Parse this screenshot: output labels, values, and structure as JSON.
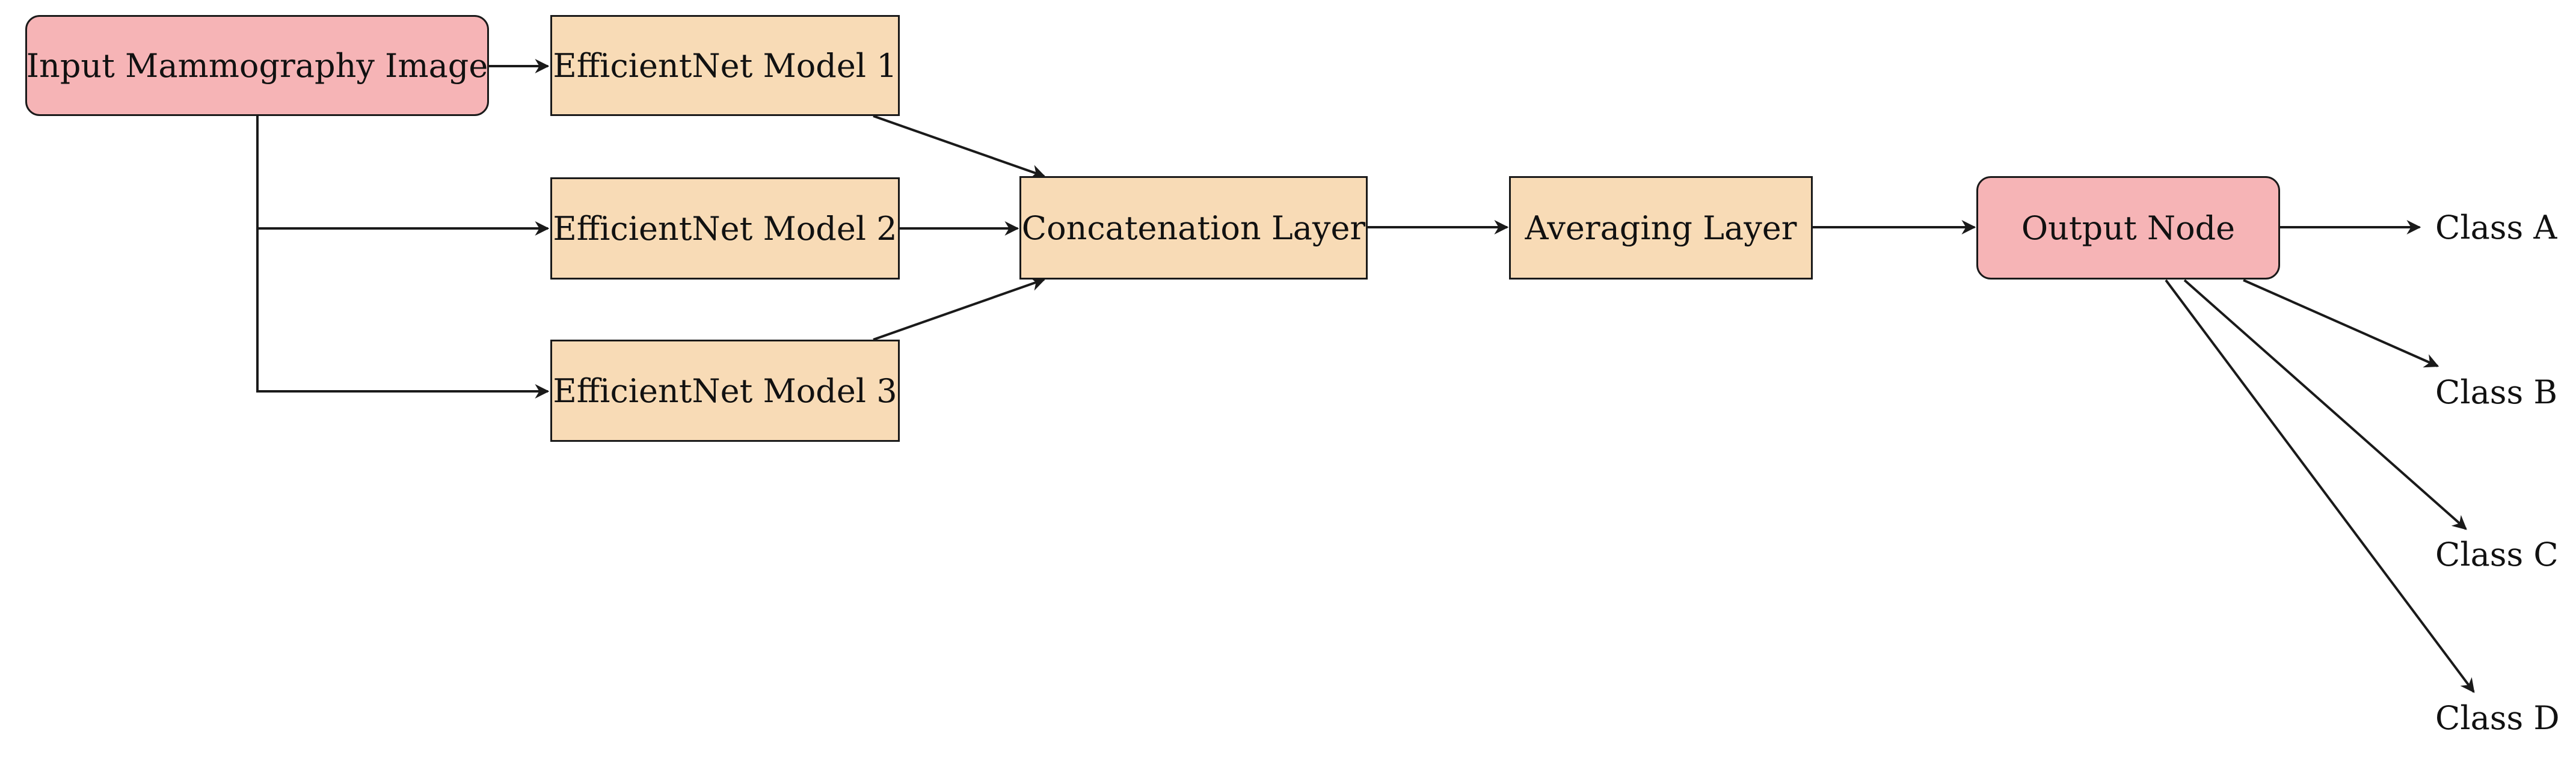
{
  "diagram": {
    "nodes": {
      "input": {
        "label": "Input Mammography Image",
        "color": "#f6b4b6"
      },
      "model1": {
        "label": "EfficientNet Model 1",
        "color": "#f8dbb6"
      },
      "model2": {
        "label": "EfficientNet Model 2",
        "color": "#f8dbb6"
      },
      "model3": {
        "label": "EfficientNet Model 3",
        "color": "#f8dbb6"
      },
      "concat": {
        "label": "Concatenation Layer",
        "color": "#f8dbb6"
      },
      "averaging": {
        "label": "Averaging Layer",
        "color": "#f8dbb6"
      },
      "output": {
        "label": "Output Node",
        "color": "#f6b4b6"
      }
    },
    "classes": [
      "Class A",
      "Class B",
      "Class C",
      "Class D"
    ],
    "edges": [
      {
        "from": "input",
        "to": "model1"
      },
      {
        "from": "input",
        "to": "model2"
      },
      {
        "from": "input",
        "to": "model3"
      },
      {
        "from": "model1",
        "to": "concat"
      },
      {
        "from": "model2",
        "to": "concat"
      },
      {
        "from": "model3",
        "to": "concat"
      },
      {
        "from": "concat",
        "to": "averaging"
      },
      {
        "from": "averaging",
        "to": "output"
      },
      {
        "from": "output",
        "to": "Class A"
      },
      {
        "from": "output",
        "to": "Class B"
      },
      {
        "from": "output",
        "to": "Class C"
      },
      {
        "from": "output",
        "to": "Class D"
      }
    ]
  }
}
